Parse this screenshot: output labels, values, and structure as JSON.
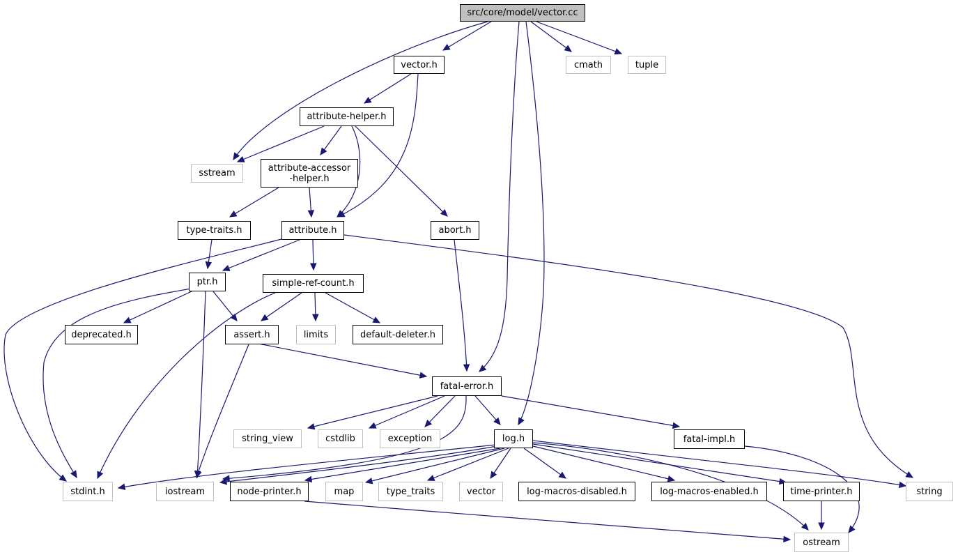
{
  "colors": {
    "edge": "#191970",
    "project_border": "#000000",
    "external_border": "#bfbfbf",
    "root_fill": "#bfbfbf"
  },
  "nodes": [
    {
      "id": "vector_cc",
      "label": "src/core/model/vector.cc",
      "kind": "root"
    },
    {
      "id": "vector_h",
      "label": "vector.h",
      "kind": "project"
    },
    {
      "id": "cmath",
      "label": "cmath",
      "kind": "external"
    },
    {
      "id": "tuple",
      "label": "tuple",
      "kind": "external"
    },
    {
      "id": "attribute_helper_h",
      "label": "attribute-helper.h",
      "kind": "project"
    },
    {
      "id": "sstream",
      "label": "sstream",
      "kind": "external"
    },
    {
      "id": "attribute_accessor_helper_h",
      "label": "attribute-accessor\n-helper.h",
      "kind": "project"
    },
    {
      "id": "type_traits_h",
      "label": "type-traits.h",
      "kind": "project"
    },
    {
      "id": "attribute_h",
      "label": "attribute.h",
      "kind": "project"
    },
    {
      "id": "abort_h",
      "label": "abort.h",
      "kind": "project"
    },
    {
      "id": "ptr_h",
      "label": "ptr.h",
      "kind": "project"
    },
    {
      "id": "simple_ref_count_h",
      "label": "simple-ref-count.h",
      "kind": "project"
    },
    {
      "id": "deprecated_h",
      "label": "deprecated.h",
      "kind": "project"
    },
    {
      "id": "assert_h",
      "label": "assert.h",
      "kind": "project"
    },
    {
      "id": "limits",
      "label": "limits",
      "kind": "external"
    },
    {
      "id": "default_deleter_h",
      "label": "default-deleter.h",
      "kind": "project"
    },
    {
      "id": "fatal_error_h",
      "label": "fatal-error.h",
      "kind": "project"
    },
    {
      "id": "string_view",
      "label": "string_view",
      "kind": "external"
    },
    {
      "id": "cstdlib",
      "label": "cstdlib",
      "kind": "external"
    },
    {
      "id": "exception",
      "label": "exception",
      "kind": "external"
    },
    {
      "id": "log_h",
      "label": "log.h",
      "kind": "project"
    },
    {
      "id": "fatal_impl_h",
      "label": "fatal-impl.h",
      "kind": "project"
    },
    {
      "id": "stdint_h",
      "label": "stdint.h",
      "kind": "external"
    },
    {
      "id": "iostream",
      "label": "iostream",
      "kind": "external"
    },
    {
      "id": "node_printer_h",
      "label": "node-printer.h",
      "kind": "project"
    },
    {
      "id": "map",
      "label": "map",
      "kind": "external"
    },
    {
      "id": "type_traits",
      "label": "type_traits",
      "kind": "external"
    },
    {
      "id": "vector",
      "label": "vector",
      "kind": "external"
    },
    {
      "id": "log_macros_disabled_h",
      "label": "log-macros-disabled.h",
      "kind": "project"
    },
    {
      "id": "log_macros_enabled_h",
      "label": "log-macros-enabled.h",
      "kind": "project"
    },
    {
      "id": "time_printer_h",
      "label": "time-printer.h",
      "kind": "project"
    },
    {
      "id": "string",
      "label": "string",
      "kind": "external"
    },
    {
      "id": "ostream",
      "label": "ostream",
      "kind": "external"
    }
  ],
  "edges": [
    [
      "vector_cc",
      "vector_h"
    ],
    [
      "vector_cc",
      "cmath"
    ],
    [
      "vector_cc",
      "tuple"
    ],
    [
      "vector_cc",
      "sstream"
    ],
    [
      "vector_cc",
      "fatal_error_h"
    ],
    [
      "vector_cc",
      "log_h"
    ],
    [
      "vector_h",
      "attribute_helper_h"
    ],
    [
      "vector_h",
      "attribute_h"
    ],
    [
      "attribute_helper_h",
      "sstream"
    ],
    [
      "attribute_helper_h",
      "attribute_accessor_helper_h"
    ],
    [
      "attribute_helper_h",
      "attribute_h"
    ],
    [
      "attribute_helper_h",
      "abort_h"
    ],
    [
      "attribute_accessor_helper_h",
      "type_traits_h"
    ],
    [
      "attribute_accessor_helper_h",
      "attribute_h"
    ],
    [
      "type_traits_h",
      "ptr_h"
    ],
    [
      "attribute_h",
      "ptr_h"
    ],
    [
      "attribute_h",
      "simple_ref_count_h"
    ],
    [
      "attribute_h",
      "stdint_h"
    ],
    [
      "attribute_h",
      "string"
    ],
    [
      "abort_h",
      "fatal_error_h"
    ],
    [
      "ptr_h",
      "deprecated_h"
    ],
    [
      "ptr_h",
      "assert_h"
    ],
    [
      "ptr_h",
      "stdint_h"
    ],
    [
      "ptr_h",
      "iostream"
    ],
    [
      "simple_ref_count_h",
      "assert_h"
    ],
    [
      "simple_ref_count_h",
      "limits"
    ],
    [
      "simple_ref_count_h",
      "default_deleter_h"
    ],
    [
      "simple_ref_count_h",
      "stdint_h"
    ],
    [
      "assert_h",
      "fatal_error_h"
    ],
    [
      "assert_h",
      "iostream"
    ],
    [
      "fatal_error_h",
      "string_view"
    ],
    [
      "fatal_error_h",
      "cstdlib"
    ],
    [
      "fatal_error_h",
      "exception"
    ],
    [
      "fatal_error_h",
      "log_h"
    ],
    [
      "fatal_error_h",
      "fatal_impl_h"
    ],
    [
      "fatal_error_h",
      "iostream"
    ],
    [
      "fatal_impl_h",
      "ostream"
    ],
    [
      "log_h",
      "stdint_h"
    ],
    [
      "log_h",
      "iostream"
    ],
    [
      "log_h",
      "node_printer_h"
    ],
    [
      "log_h",
      "map"
    ],
    [
      "log_h",
      "type_traits"
    ],
    [
      "log_h",
      "vector"
    ],
    [
      "log_h",
      "log_macros_disabled_h"
    ],
    [
      "log_h",
      "log_macros_enabled_h"
    ],
    [
      "log_h",
      "time_printer_h"
    ],
    [
      "log_h",
      "string"
    ],
    [
      "log_h",
      "ostream"
    ],
    [
      "node_printer_h",
      "ostream"
    ],
    [
      "time_printer_h",
      "ostream"
    ]
  ]
}
